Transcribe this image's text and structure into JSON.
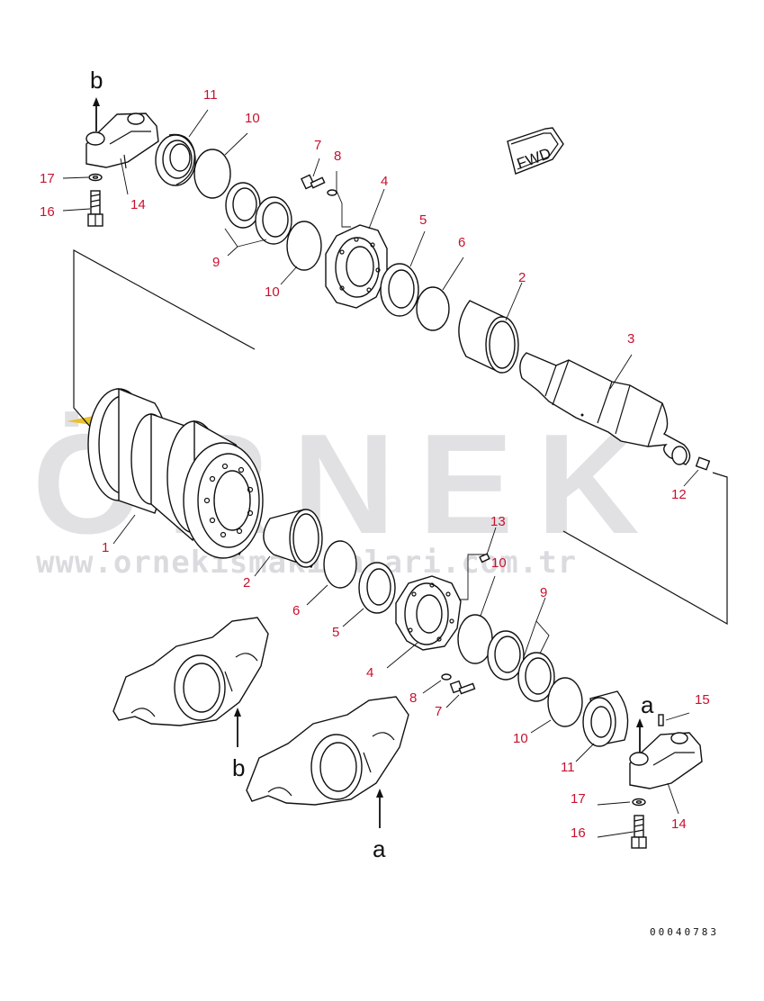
{
  "watermark": {
    "brand": "ÖRNEK",
    "url": "www.ornekismakinalari.com.tr"
  },
  "drawing_code": "00040783",
  "direction_tag": "FWD",
  "view_letters": {
    "a": "a",
    "b": "b"
  },
  "callouts": {
    "top_left_14": "14",
    "top_left_16": "16",
    "top_left_17": "17",
    "top_11": "11",
    "top_10a": "10",
    "top_10b": "10",
    "top_9": "9",
    "top_7": "7",
    "top_8": "8",
    "top_4": "4",
    "top_5": "5",
    "top_6": "6",
    "top_2": "2",
    "shaft_3": "3",
    "plug_12": "12",
    "roller_1": "1",
    "mid_2": "2",
    "mid_6": "6",
    "mid_5": "5",
    "mid_13": "13",
    "mid_10a": "10",
    "mid_9": "9",
    "mid_4": "4",
    "mid_8": "8",
    "mid_7": "7",
    "mid_10b": "10",
    "mid_11": "11",
    "right_15": "15",
    "right_14": "14",
    "right_17": "17",
    "right_16": "16"
  }
}
